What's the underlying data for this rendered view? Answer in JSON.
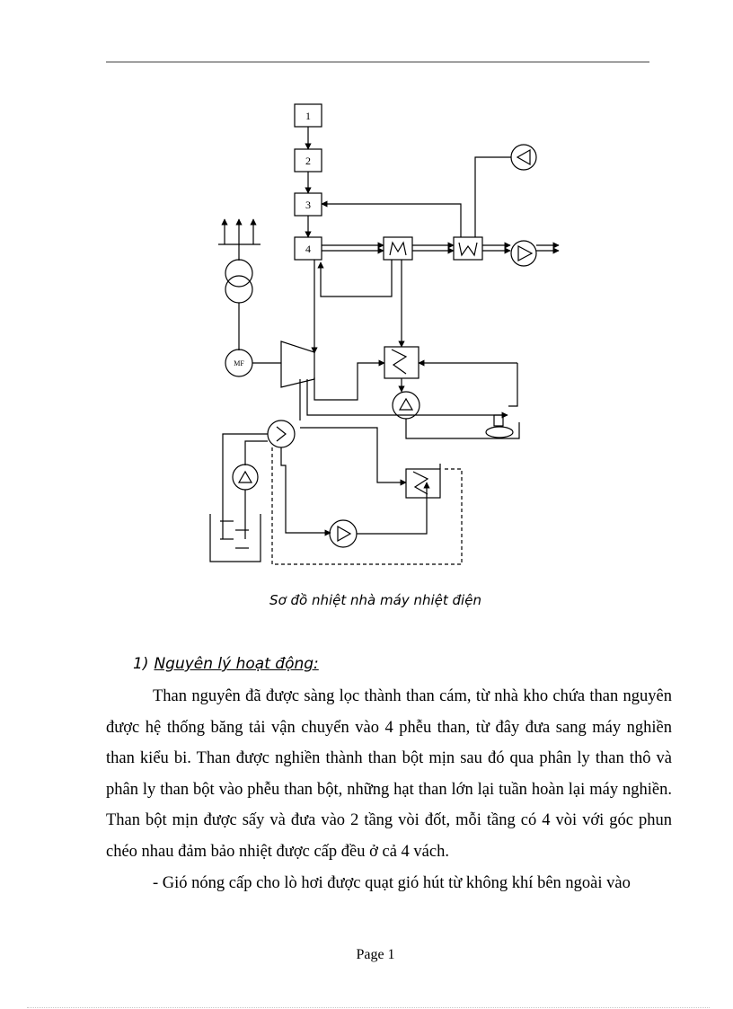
{
  "diagram": {
    "labels": [
      "1",
      "2",
      "3",
      "4"
    ],
    "generator_label": "MF"
  },
  "caption": "Sơ đồ nhiệt nhà máy nhiệt điện",
  "section": {
    "number": "1)",
    "title": "Nguyên lý hoạt động:"
  },
  "paragraphs": [
    "Than nguyên đã được sàng lọc thành than cám, từ nhà kho chứa than nguyên được hệ thống băng tải vận chuyển vào 4 phễu than, từ đây đưa sang máy nghiền than kiểu bi. Than được nghiền thành than bột mịn sau đó qua phân ly than thô và phân ly than bột vào phễu than bột, những hạt than lớn lại tuần hoàn lại máy nghiền. Than bột mịn được sấy và đưa vào 2 tầng vòi đốt, mỗi tầng có 4 vòi với góc phun chéo nhau đảm bảo nhiệt được cấp đều ở cả 4 vách.",
    "- Gió nóng cấp cho lò hơi được quạt gió hút từ không khí bên ngoài vào"
  ],
  "footer": {
    "page_label": "Page 1"
  }
}
